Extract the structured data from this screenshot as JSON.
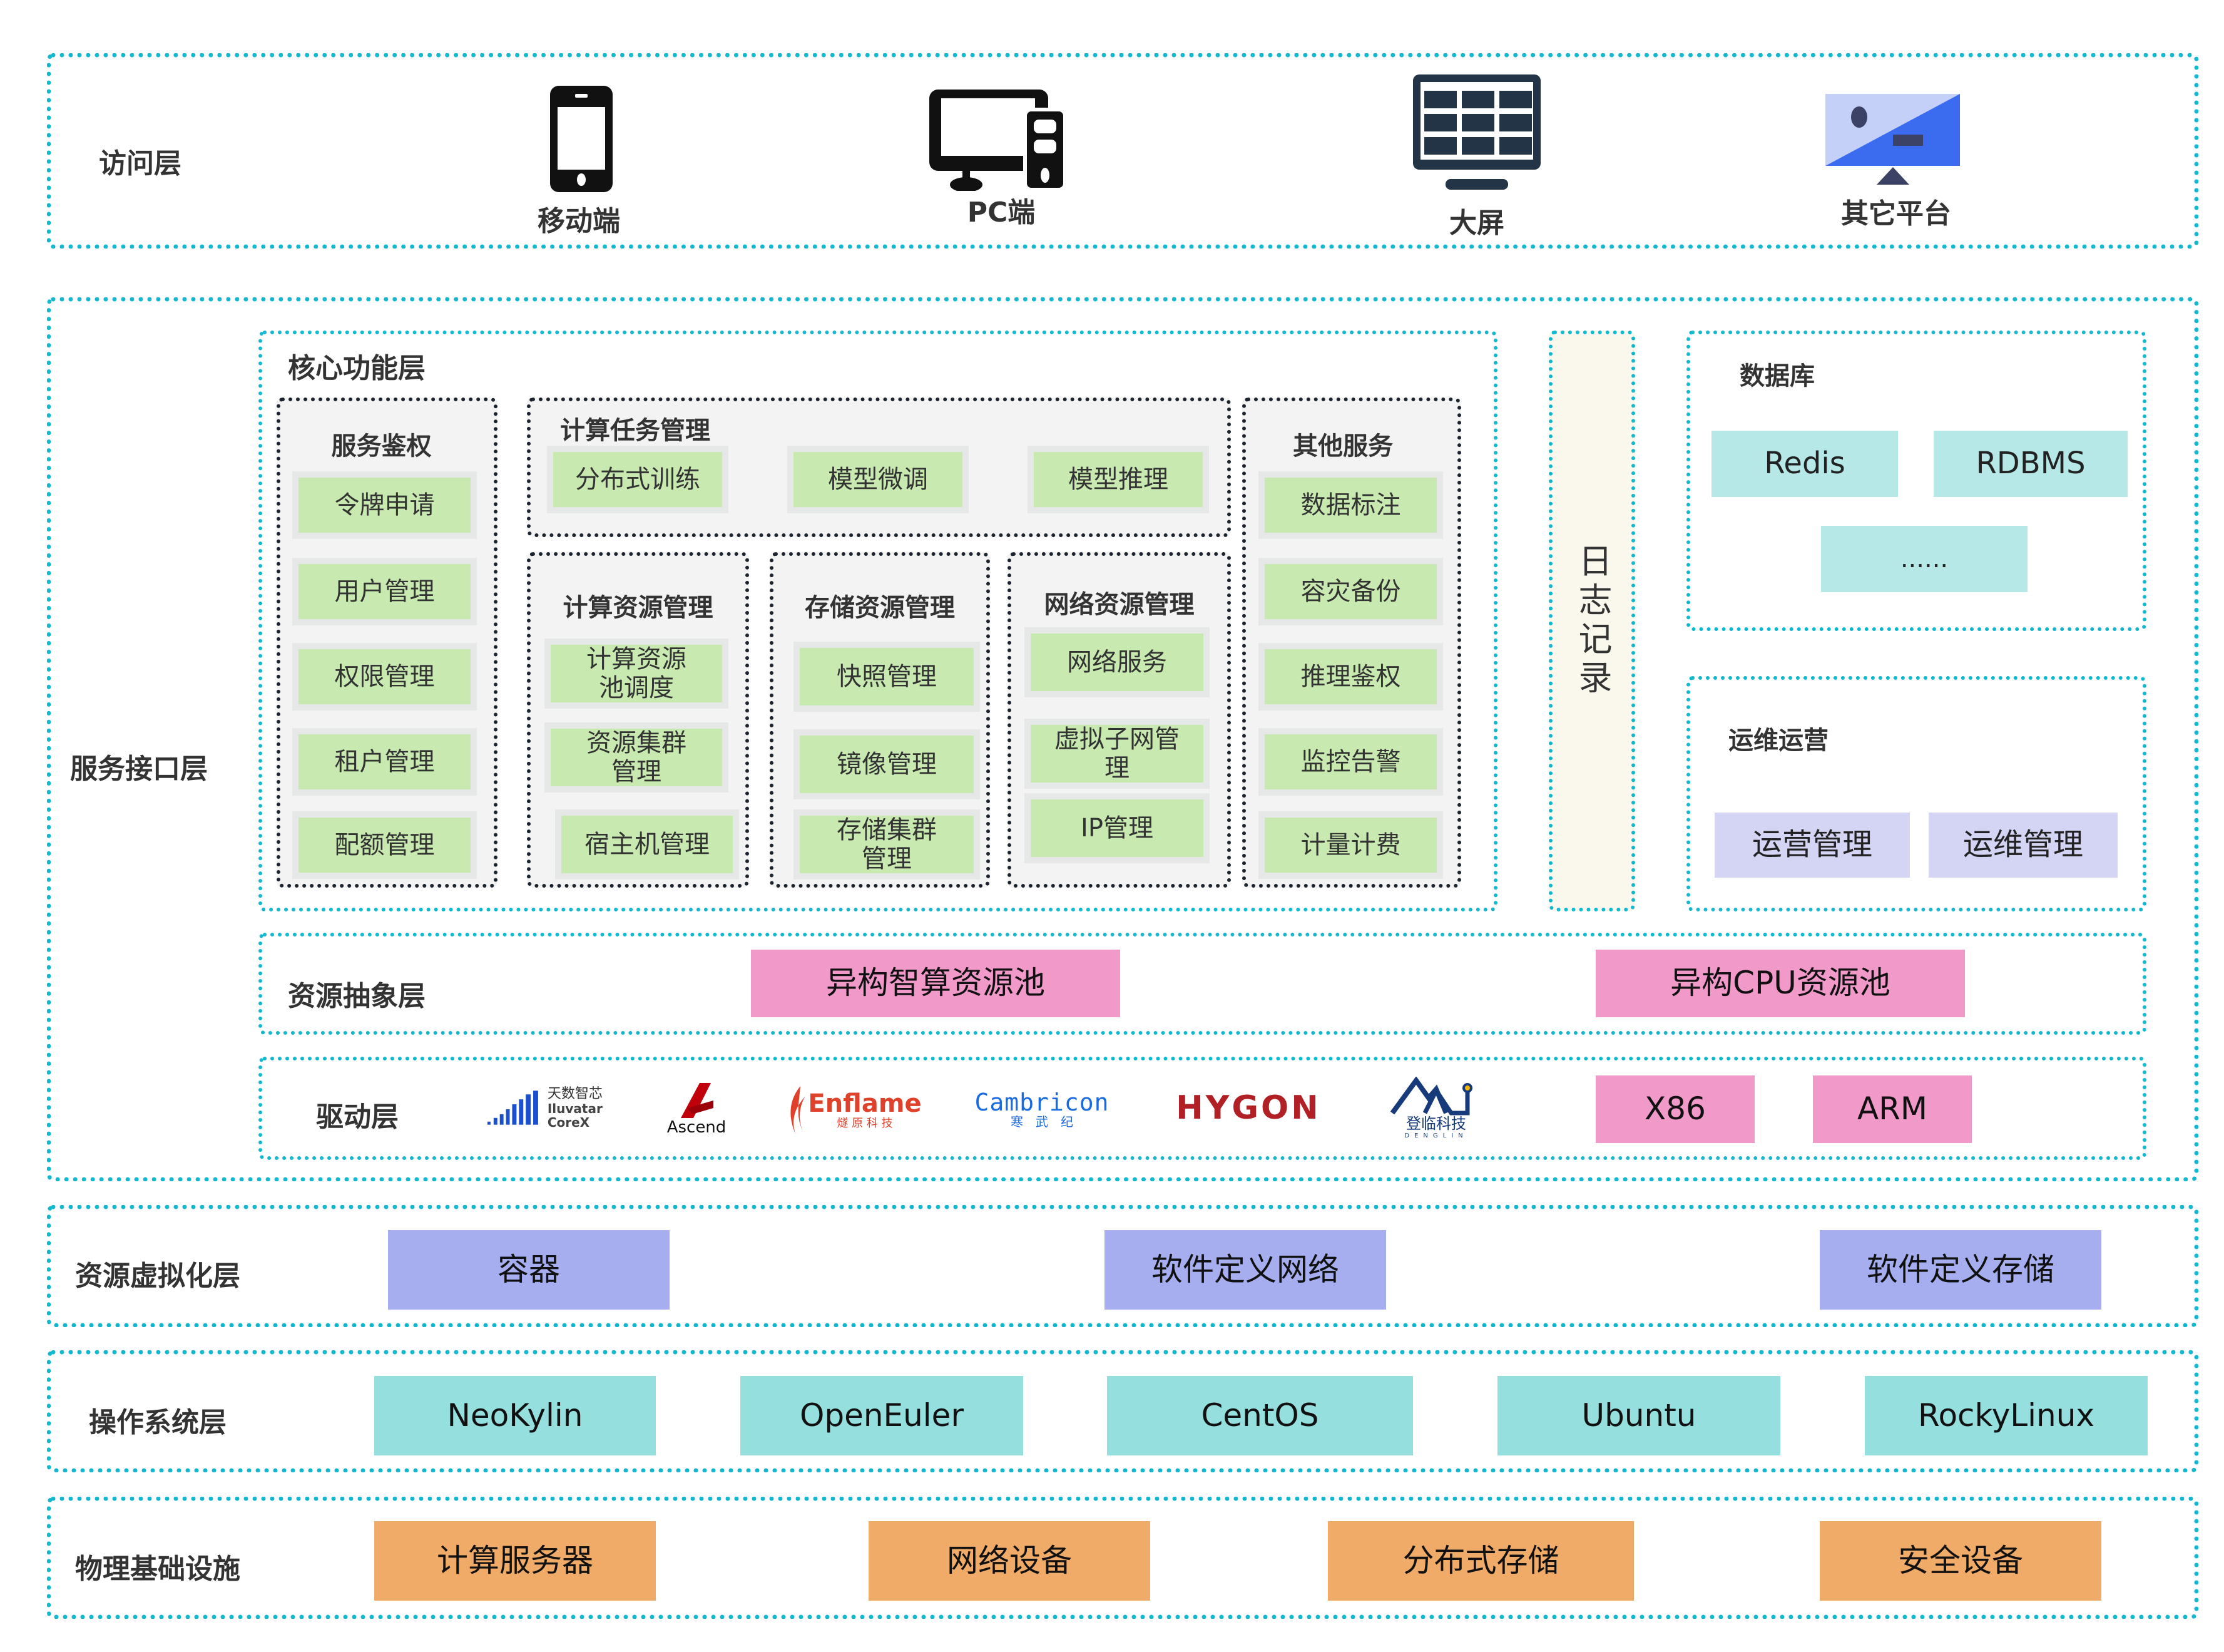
{
  "access_layer": {
    "label": "访问层",
    "devices": [
      {
        "label": "移动端",
        "icon": "mobile-phone-icon"
      },
      {
        "label": "PC端",
        "icon": "desktop-computer-icon"
      },
      {
        "label": "大屏",
        "icon": "large-screen-icon"
      },
      {
        "label": "其它平台",
        "icon": "other-platform-icon"
      }
    ]
  },
  "service_layer": {
    "label": "服务接口层",
    "core": {
      "label": "核心功能层",
      "auth": {
        "title": "服务鉴权",
        "items": [
          "令牌申请",
          "用户管理",
          "权限管理",
          "租户管理",
          "配额管理"
        ]
      },
      "task": {
        "title": "计算任务管理",
        "items": [
          "分布式训练",
          "模型微调",
          "模型推理"
        ]
      },
      "compute": {
        "title": "计算资源管理",
        "items": [
          "计算资源池调度",
          "资源集群管理",
          "宿主机管理"
        ]
      },
      "storage": {
        "title": "存储资源管理",
        "items": [
          "快照管理",
          "镜像管理",
          "存储集群管理"
        ]
      },
      "network": {
        "title": "网络资源管理",
        "items": [
          "网络服务",
          "虚拟子网管理",
          "IP管理"
        ]
      },
      "other": {
        "title": "其他服务",
        "items": [
          "数据标注",
          "容灾备份",
          "推理鉴权",
          "监控告警",
          "计量计费"
        ]
      }
    },
    "log": {
      "label": "日志记录"
    },
    "database": {
      "title": "数据库",
      "items": [
        "Redis",
        "RDBMS",
        "......"
      ]
    },
    "ops": {
      "title": "运维运营",
      "items": [
        "运营管理",
        "运维管理"
      ]
    },
    "abstraction": {
      "label": "资源抽象层",
      "items": [
        "异构智算资源池",
        "异构CPU资源池"
      ]
    },
    "driver": {
      "label": "驱动层",
      "logos": [
        {
          "name": "天数智芯",
          "sub": "Iluvatar CoreX"
        },
        {
          "name": "Ascend"
        },
        {
          "name": "Enflame",
          "sub": "燧 原 科 技"
        },
        {
          "name": "Cambricon",
          "sub": "寒　武　纪"
        },
        {
          "name": "HYGON"
        },
        {
          "name": "登临科技",
          "sub": "DENGLIN"
        }
      ],
      "arch": [
        "X86",
        "ARM"
      ]
    }
  },
  "virtualization_layer": {
    "label": "资源虚拟化层",
    "items": [
      "容器",
      "软件定义网络",
      "软件定义存储"
    ]
  },
  "os_layer": {
    "label": "操作系统层",
    "items": [
      "NeoKylin",
      "OpenEuler",
      "CentOS",
      "Ubuntu",
      "RockyLinux"
    ]
  },
  "infra_layer": {
    "label": "物理基础设施",
    "items": [
      "计算服务器",
      "网络设备",
      "分布式存储",
      "安全设备"
    ]
  },
  "colors": {
    "border_accent": "#11b8d0",
    "group_border": "#1c2430",
    "green": "#c8eab0",
    "teal": "#b5e8e6",
    "lavender": "#d4d4f5",
    "pink": "#f19ac9",
    "blue": "#a6aef0",
    "cyan": "#95dfdf",
    "orange": "#f0ab68",
    "log_bg": "#faf8ec"
  }
}
